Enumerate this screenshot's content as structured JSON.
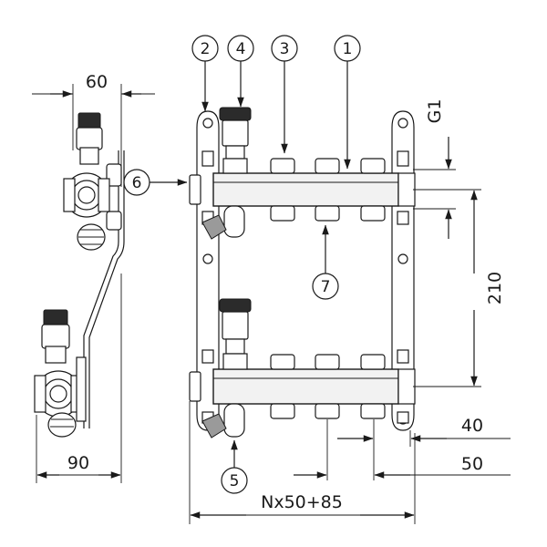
{
  "dimensions": {
    "side_top_width": "60",
    "side_bottom_width": "90",
    "thread": "G1",
    "height": "210",
    "pitch_40": "40",
    "pitch_50": "50",
    "total_width": "Nx50+85"
  },
  "callouts": [
    "1",
    "2",
    "3",
    "4",
    "5",
    "6",
    "7"
  ]
}
